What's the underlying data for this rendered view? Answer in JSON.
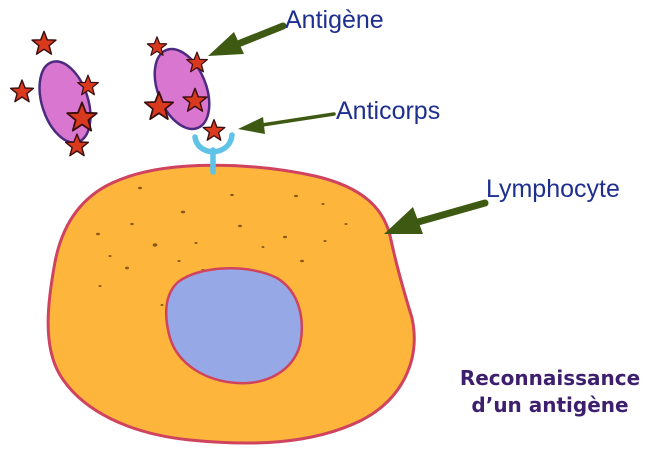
{
  "labels": {
    "antigene": "Antigène",
    "anticorps": "Anticorps",
    "lymphocyte": "Lymphocyte"
  },
  "caption": {
    "line1": "Reconnaissance",
    "line2": "d’un antigène"
  },
  "colors": {
    "label_text": "#1f2f8f",
    "caption_text": "#3d1f6e",
    "arrow": "#3e5a12",
    "cell_fill": "#fdb53c",
    "cell_outline": "#d0435f",
    "nucleus_fill": "#97a8e6",
    "antigen_fill": "#d977d0",
    "antigen_outline": "#4c2a80",
    "star_fill": "#d93a1e",
    "antibody": "#5ec3e6"
  },
  "icons": {
    "arrow": "arrow-pointer-icon",
    "star": "star-epitope-icon",
    "antibody": "y-antibody-icon"
  }
}
